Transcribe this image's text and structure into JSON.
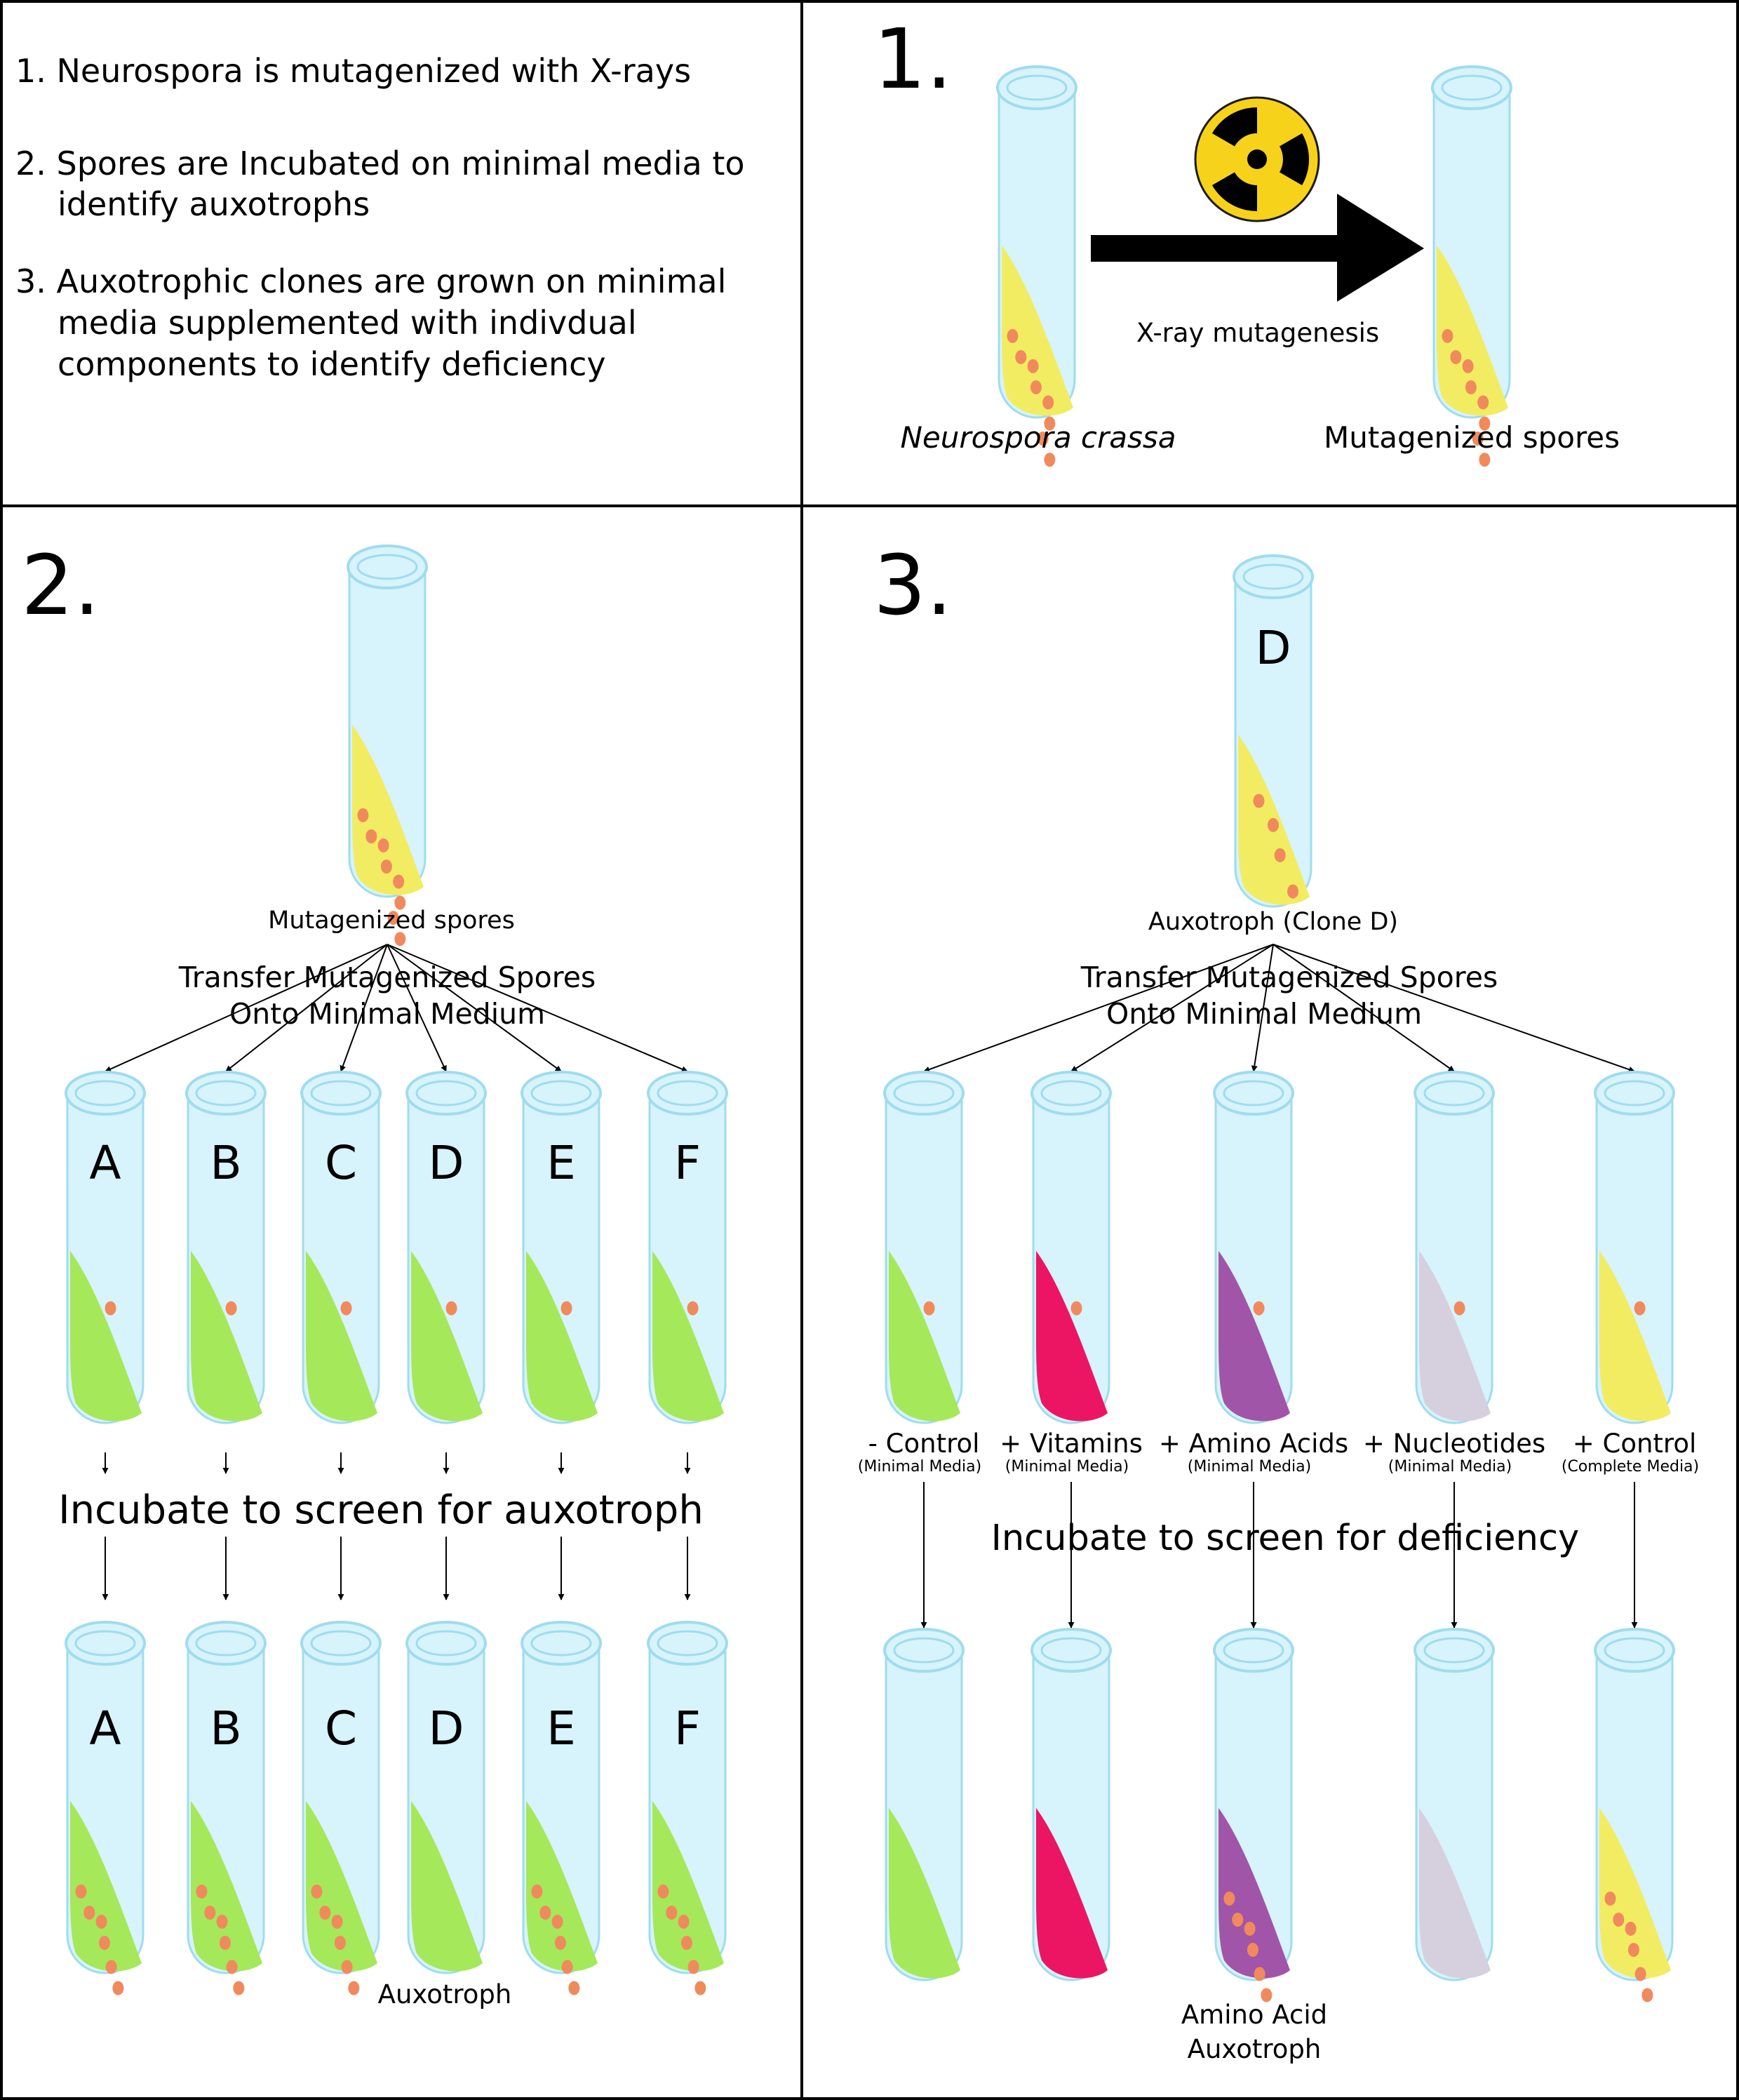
{
  "steps": [
    "1. Neurospora is mutagenized with X-rays",
    "2. Spores are Incubated on minimal media to",
    "identify auxotrophs",
    "3. Auxotrophic clones are grown on minimal",
    "media supplemented with indivdual",
    "components to identify deficiency"
  ],
  "panel1": {
    "number": "1.",
    "arrow_label": "X-ray mutagenesis",
    "left_caption": "Neurospora crassa",
    "right_caption": "Mutagenized spores",
    "icon": "radiation-icon"
  },
  "panel2": {
    "number": "2.",
    "source_caption": "Mutagenized spores",
    "transfer_line1": "Transfer  Mutagenized Spores",
    "transfer_line2": "Onto Minimal Medium",
    "tube_letters": [
      "A",
      "B",
      "C",
      "D",
      "E",
      "F"
    ],
    "incubate": "Incubate to screen for auxotroph",
    "result_caption": "Auxotroph",
    "auxotroph_tube": "D"
  },
  "panel3": {
    "number": "3.",
    "source_letter": "D",
    "source_caption": "Auxotroph (Clone D)",
    "transfer_line1": "Transfer  Mutagenized Spores",
    "transfer_line2": "Onto Minimal Medium",
    "conditions": [
      {
        "label": "- Control",
        "sub": "(Minimal Media)",
        "media_color": "#a5e85a",
        "growth": false
      },
      {
        "label": "+ Vitamins",
        "sub": "(Minimal Media)",
        "media_color": "#ec1563",
        "growth": false
      },
      {
        "label": "+ Amino Acids",
        "sub": "(Minimal Media)",
        "media_color": "#a055a8",
        "growth": true
      },
      {
        "label": "+ Nucleotides",
        "sub": "(Minimal Media)",
        "media_color": "#d6d0de",
        "growth": false
      },
      {
        "label": "+ Control",
        "sub": "(Complete Media)",
        "media_color": "#f2ec62",
        "growth": true
      }
    ],
    "incubate": "Incubate to screen for deficiency",
    "result_line1": "Amino Acid",
    "result_line2": "Auxotroph"
  },
  "colors": {
    "tube_fill": "#d7f3fb",
    "tube_stroke": "#9fdcee",
    "minimal_media": "#a5e85a",
    "complete_media": "#f2ec62",
    "spore": "#f08a5d",
    "radiation": "#f7d21b"
  }
}
